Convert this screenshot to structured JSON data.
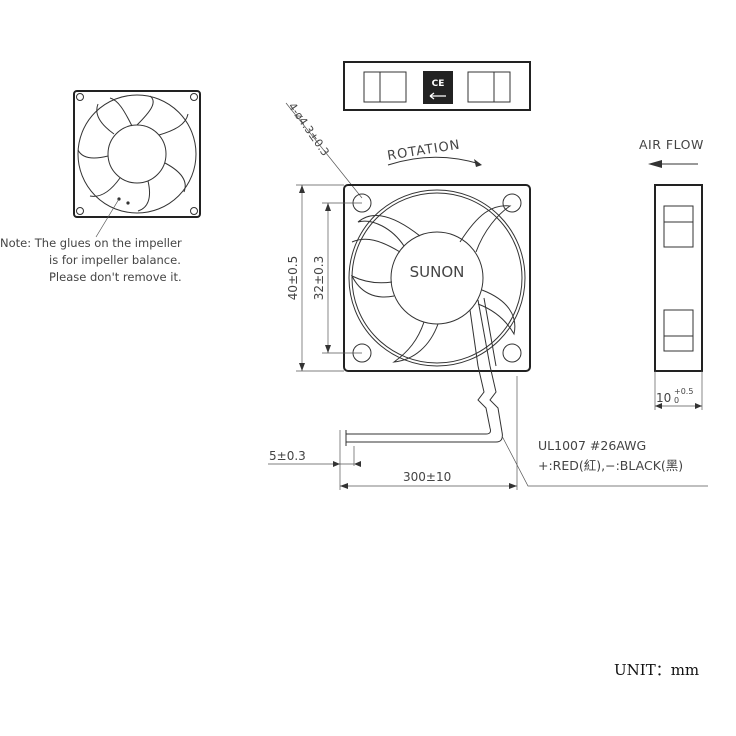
{
  "note": {
    "line1": "Note: The glues on the impeller",
    "line2": "is for impeller balance.",
    "line3": "Please don't remove it."
  },
  "labels": {
    "rotation": "ROTATION",
    "air_flow": "AIR FLOW",
    "brand": "SUNON",
    "hole_spec": "4-ø4.3±0.3",
    "dim_height": "40±0.5",
    "dim_hole_spacing": "32±0.3",
    "dim_depth_main": "10",
    "dim_depth_tol_upper": "+0.5",
    "dim_depth_tol_lower": "0",
    "dim_wire_strip": "5±0.3",
    "dim_wire_length": "300±10",
    "wire_spec": "UL1007  #26AWG",
    "wire_colors": "+:RED(紅),−:BLACK(黑)",
    "unit": "UNIT：mm"
  },
  "icons": {
    "certification": "ce-certification-mark",
    "airflow_arrow": "left-arrow-icon"
  }
}
